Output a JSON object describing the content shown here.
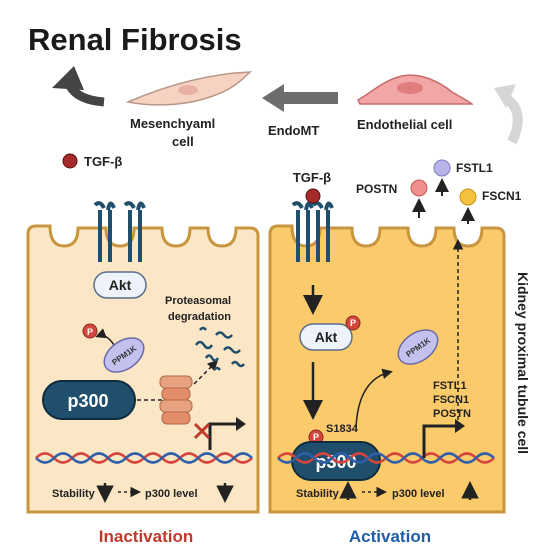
{
  "title": "Renal Fibrosis",
  "top": {
    "mesenchymal_line1": "Mesenchyaml",
    "mesenchymal_line2": "cell",
    "endomt": "EndoMT",
    "endothelial": "Endothelial cell"
  },
  "left_panel": {
    "ligand": "TGF-β",
    "akt": "Akt",
    "phospho": "P",
    "ppm1k": "PPM1K",
    "p300": "p300",
    "degradation_line1": "Proteasomal",
    "degradation_line2": "degradation",
    "stability": "Stability",
    "level": "p300 level",
    "status": "Inactivation"
  },
  "right_panel": {
    "ligand": "TGF-β",
    "akt": "Akt",
    "phospho": "P",
    "ppm1k": "PPM1K",
    "p300": "p300",
    "site": "S1834",
    "genes": [
      "FSTL1",
      "FSCN1",
      "POSTN"
    ],
    "stability": "Stability",
    "level": "p300 level",
    "status": "Activation",
    "secreted": [
      {
        "label": "POSTN",
        "color": "#f08f8c"
      },
      {
        "label": "FSTL1",
        "color": "#b8b3e8"
      },
      {
        "label": "FSCN1",
        "color": "#f6c23e"
      }
    ]
  },
  "side_label": "Kidney proximal tubule cell",
  "colors": {
    "cell_fill_left": "#fbe7c6",
    "cell_fill_right": "#fbcb6b",
    "cell_border": "#c8963f",
    "p300": "#1f4f6c",
    "ppm1k": "#c4c1ef",
    "phospho": "#d4473c",
    "inactivation": "#c0392b",
    "activation": "#1f5fa8"
  }
}
